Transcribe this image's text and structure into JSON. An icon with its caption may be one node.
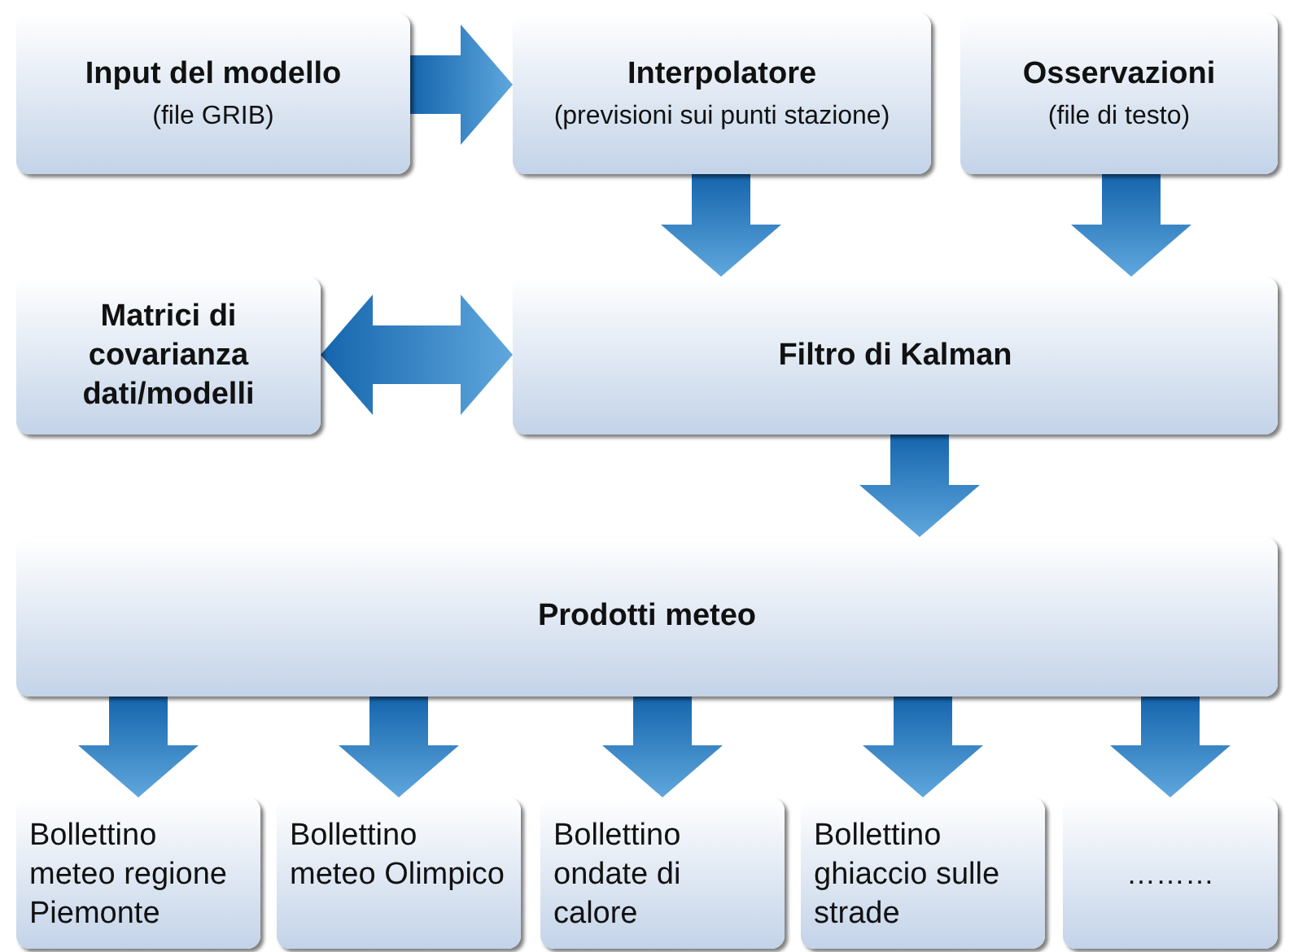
{
  "diagram": {
    "nodes": [
      {
        "text": [
          "Input del modello",
          "(file GRIB)"
        ]
      },
      {
        "text": [
          "Interpolatore",
          "(previsioni sui punti stazione)"
        ]
      },
      {
        "text": [
          "Osservazioni",
          "(file di testo)"
        ]
      },
      {
        "text": [
          "Matrici di covarianza dati/modelli"
        ]
      },
      {
        "text": [
          "Filtro di Kalman"
        ]
      },
      {
        "text": [
          "Prodotti meteo"
        ]
      },
      {
        "text": [
          "Bollettino meteo regione Piemonte"
        ]
      },
      {
        "text": [
          "Bollettino meteo Olimpico"
        ]
      },
      {
        "text": [
          "Bollettino ondate di calore"
        ]
      },
      {
        "text": [
          "Bollettino ghiaccio sulle strade"
        ]
      },
      {
        "text": [
          "………"
        ]
      }
    ],
    "edges": [
      {
        "from": 0,
        "to": 1,
        "arrow": "to"
      },
      {
        "from": 1,
        "to": 4,
        "arrow": "to"
      },
      {
        "from": 2,
        "to": 4,
        "arrow": "to"
      },
      {
        "from": 3,
        "to": 4,
        "arrow": "both"
      },
      {
        "from": 4,
        "to": 5,
        "arrow": "to"
      },
      {
        "from": 5,
        "to": 6,
        "arrow": "to"
      },
      {
        "from": 5,
        "to": 7,
        "arrow": "to"
      },
      {
        "from": 5,
        "to": 8,
        "arrow": "to"
      },
      {
        "from": 5,
        "to": 9,
        "arrow": "to"
      },
      {
        "from": 5,
        "to": 10,
        "arrow": "to"
      }
    ]
  }
}
